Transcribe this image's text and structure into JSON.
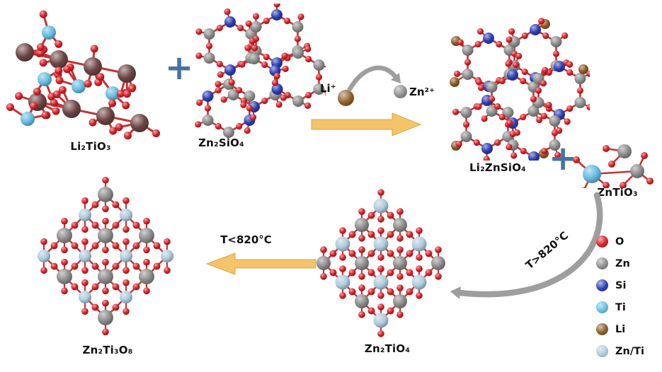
{
  "labels": {
    "li2tio3": "Li₂TiO₃",
    "zn2sio4": "Zn₂SiO₄",
    "li2znsio4": "Li₂ZnSiO₄",
    "zntio3": "ZnTiO₃",
    "zn2tio4": "Zn₂TiO₄",
    "zn2ti3o8": "Zn₂Ti₃O₈",
    "plus": "+",
    "li_ion": "Li⁺",
    "zn_ion": "Zn²⁺",
    "t_above": "T>820°C",
    "t_below": "T<820°C"
  },
  "legend": {
    "items": [
      {
        "label": "O",
        "color": "#d41f26"
      },
      {
        "label": "Zn",
        "color": "#8c8c8c"
      },
      {
        "label": "Si",
        "color": "#2b3db5"
      },
      {
        "label": "Ti",
        "color": "#66bde0"
      },
      {
        "label": "Li",
        "color": "#8a5a24"
      },
      {
        "label": "Zn/Ti",
        "color": "#aecbdc"
      }
    ]
  },
  "colors": {
    "O": "#d41f26",
    "Zn": "#8c8c8c",
    "Si": "#2b3db5",
    "Ti": "#66bde0",
    "Li": "#8a5a24",
    "ZnTi": "#aecbdc",
    "LiOxide": "#6d4545",
    "bond": "#c23434",
    "arrow_yellow": "#f3c46a",
    "arrow_yellow_dark": "#dfa646",
    "arrow_gray": "#9e9e9e",
    "plus": "#46749e",
    "text": "#111111"
  }
}
